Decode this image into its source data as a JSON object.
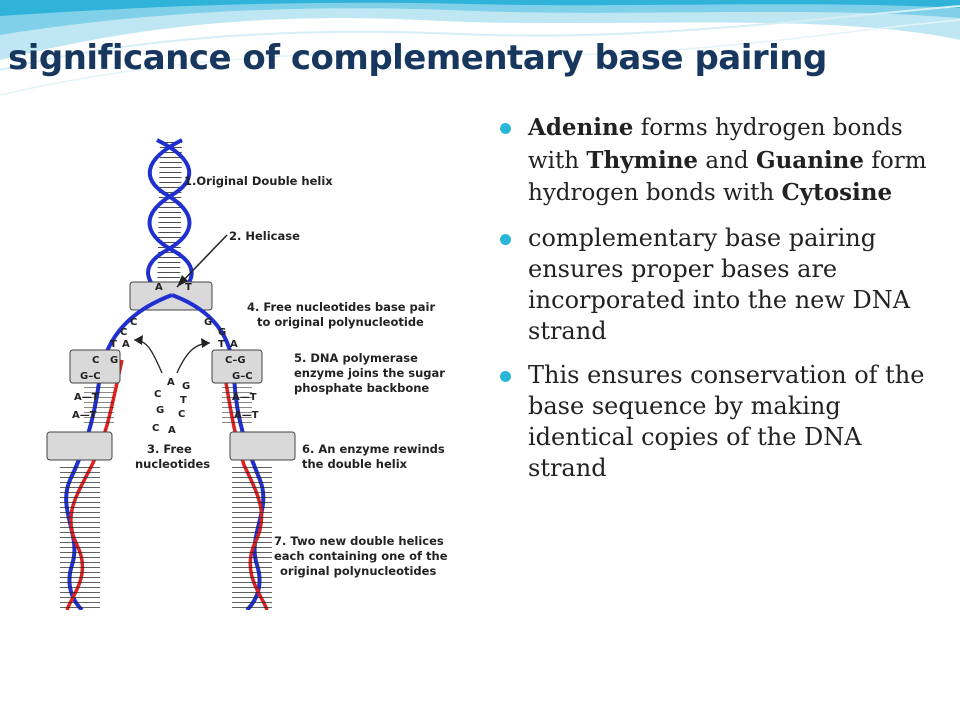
{
  "slide": {
    "title": "significance of complementary base pairing"
  },
  "bullets": {
    "b1": {
      "adenine": "Adenine",
      "t1": " forms hydrogen bonds with ",
      "thymine": "Thymine",
      "t2": " and ",
      "guanine": "Guanine",
      "t3": " form hydrogen bonds with ",
      "cytosine": "Cytosine"
    },
    "b2": "complementary base pairing ensures proper bases are incorporated into the new DNA strand",
    "b3": "This ensures conservation of the base sequence by making identical copies of the DNA strand"
  },
  "diagram": {
    "labels": {
      "l1": "1.Original Double helix",
      "l2": "2. Helicase",
      "l4a": "4. Free nucleotides base pair",
      "l4b": "to original polynucleotide",
      "l5a": "5. DNA polymerase",
      "l5b": "enzyme joins the sugar",
      "l5c": "phosphate backbone",
      "l6a": "6. An enzyme rewinds",
      "l6b": "the double helix",
      "l3a": "3. Free",
      "l3b": "nucleotides",
      "l7a": "7. Two new double helices",
      "l7b": "each containing one of the",
      "l7c": "original polynucleotides"
    },
    "bases": {
      "pairA": "A",
      "pairT": "T",
      "cL1": "C",
      "cL2": "C",
      "tL": "T",
      "aL": "A",
      "gR1": "G",
      "gR2": "G",
      "tR": "T",
      "aR": "A",
      "lc1": "C",
      "lg1": "G",
      "lgc": "G–C",
      "lat1": "A—T",
      "lat2": "A—T",
      "rcg1": "C–G",
      "rgc": "G–C",
      "rat1": "A—T",
      "rat2": "A—T",
      "f1": "A",
      "f2": "G",
      "f3": "C",
      "f4": "T",
      "f5": "G",
      "f6": "C",
      "f7": "C",
      "f8": "A"
    }
  },
  "colors": {
    "title": "#17375e",
    "bullet": "#29b6d8",
    "strand_blue": "#1f2fd0",
    "strand_red": "#e02020",
    "enzyme": "#d9d9d9"
  }
}
